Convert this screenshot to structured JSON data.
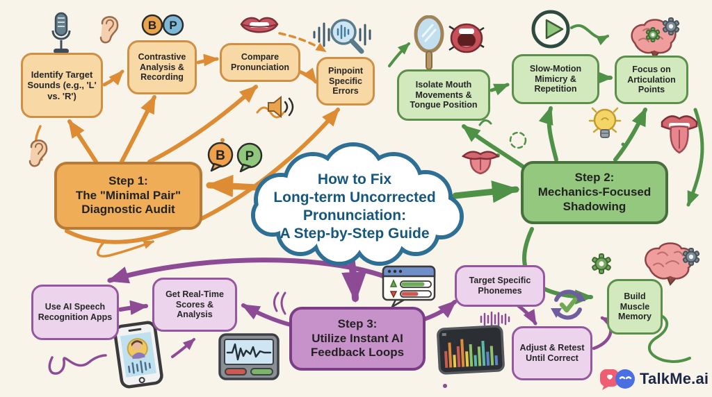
{
  "colors": {
    "bg": "#f8f4ea",
    "o-accent": "#dd8c34",
    "o-step": "#efad58",
    "o-border": "#b97a35",
    "o-node": "#f8d9a6",
    "o-node-border": "#cf8f44",
    "g-accent": "#4f9247",
    "g-step": "#94c87e",
    "g-border": "#47703c",
    "g-node": "#d2e9bd",
    "g-node-border": "#5d8f4c",
    "p-accent": "#8d4b96",
    "p-step": "#c792c9",
    "p-border": "#7b3d85",
    "p-node": "#ecd4ec",
    "p-node-border": "#95589e",
    "cloud-border": "#2e6f96",
    "cloud-text": "#16577e"
  },
  "cloud": {
    "lines": [
      "How to Fix",
      "Long-term Uncorrected",
      "Pronunciation:",
      "A Step-by-Step Guide"
    ]
  },
  "steps": {
    "step1": {
      "heading": "Step 1:",
      "name": "The \"Minimal Pair\" Diagnostic Audit",
      "nodes": [
        "Identify Target Sounds (e.g., 'L' vs. 'R')",
        "Contrastive Analysis & Recording",
        "Compare Pronunciation",
        "Pinpoint Specific Errors"
      ]
    },
    "step2": {
      "heading": "Step 2:",
      "name": "Mechanics-Focused Shadowing",
      "nodes": [
        "Isolate Mouth Movements & Tongue Position",
        "Slow-Motion Mimicry & Repetition",
        "Focus on Articulation Points",
        "Build Muscle Memory"
      ]
    },
    "step3": {
      "heading": "Step 3:",
      "name": "Utilize Instant AI Feedback Loops",
      "nodes": [
        "Use AI Speech Recognition Apps",
        "Get Real-Time Scores & Analysis",
        "Target Specific Phonemes",
        "Adjust & Retest Until Correct"
      ]
    }
  },
  "letters": {
    "b": "B",
    "p": "P"
  },
  "logo": {
    "text": "TalkMe.ai"
  },
  "icons": {
    "microphone-icon": "mic glyph",
    "ear-icon": "ear glyph",
    "b-p-pair-icon": "linked B/P circles",
    "lips-icon": "lips glyph",
    "waveform-magnifier-icon": "magnifier over waveform",
    "speaker-icon": "speaker with sound waves",
    "speech-bubble-b-icon": "B speech bubble",
    "speech-bubble-p-icon": "P speech bubble",
    "mirror-icon": "hand mirror",
    "open-mouth-crossed-icon": "open mouth with cross lines",
    "play-icon": "play button",
    "brain-gears-icon": "brain with gears",
    "lightbulb-icon": "light bulb",
    "tongue-icon": "mouth with tongue",
    "gear-icon": "gear",
    "phone-speech-app-icon": "phone with speaking avatar",
    "waveform-monitor-icon": "screen with waveform",
    "score-report-icon": "score card with up/down bars",
    "bar-chart-screen-icon": "dark screen with colored bars",
    "sync-check-icon": "circular arrows with check mark",
    "logo-pink-bubble-icon": "pink chat bubble",
    "logo-blue-bubble-icon": "blue chat bubble"
  }
}
